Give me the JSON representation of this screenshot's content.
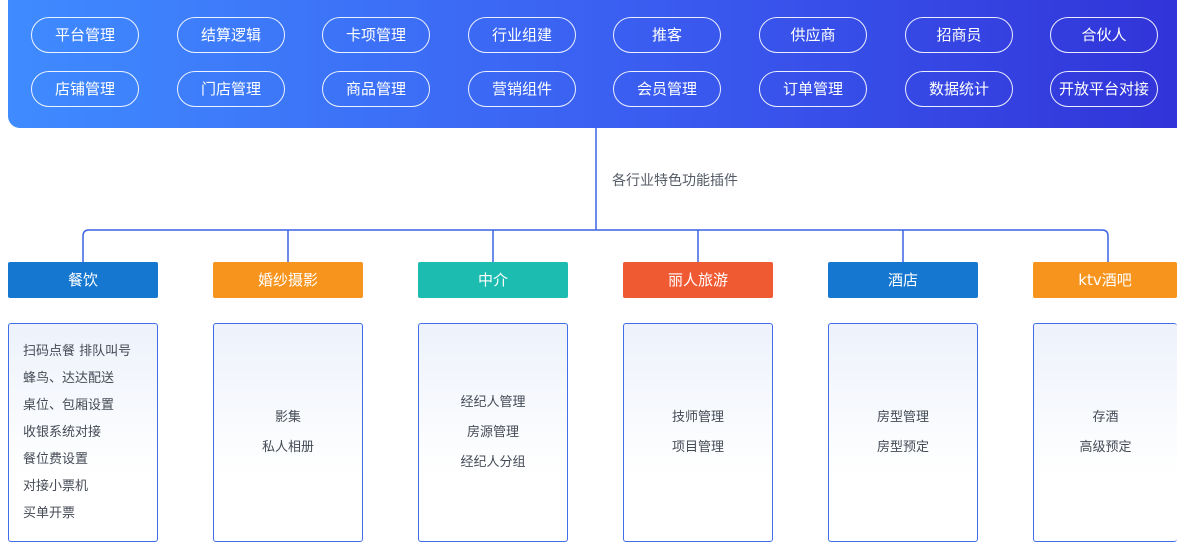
{
  "platform_modules": [
    [
      "平台管理",
      "结算逻辑",
      "卡项管理",
      "行业组建",
      "推客",
      "供应商",
      "招商员",
      "合伙人"
    ],
    [
      "店铺管理",
      "门店管理",
      "商品管理",
      "营销组件",
      "会员管理",
      "订单管理",
      "数据统计",
      "开放平台对接"
    ]
  ],
  "center_label": "各行业特色功能插件",
  "colors": {
    "panel_start": "#3f8bff",
    "panel_end": "#3133d8",
    "connector": "#3a62e3"
  },
  "industries": [
    {
      "name": "餐饮",
      "color": "#1577d0",
      "features": [
        "扫码点餐  排队叫号",
        "蜂鸟、达达配送",
        "桌位、包厢设置",
        "收银系统对接",
        "餐位费设置",
        "对接小票机",
        "买单开票"
      ]
    },
    {
      "name": "婚纱摄影",
      "color": "#f7941d",
      "features": [
        "影集",
        "私人相册"
      ]
    },
    {
      "name": "中介",
      "color": "#1cbcb0",
      "features": [
        "经纪人管理",
        "房源管理",
        "经纪人分组"
      ]
    },
    {
      "name": "丽人旅游",
      "color": "#f05a33",
      "features": [
        "技师管理",
        "项目管理"
      ]
    },
    {
      "name": "酒店",
      "color": "#1577d0",
      "features": [
        "房型管理",
        "房型预定"
      ]
    },
    {
      "name": "ktv酒吧",
      "color": "#f7941d",
      "features": [
        "存酒",
        "高级预定"
      ]
    }
  ]
}
